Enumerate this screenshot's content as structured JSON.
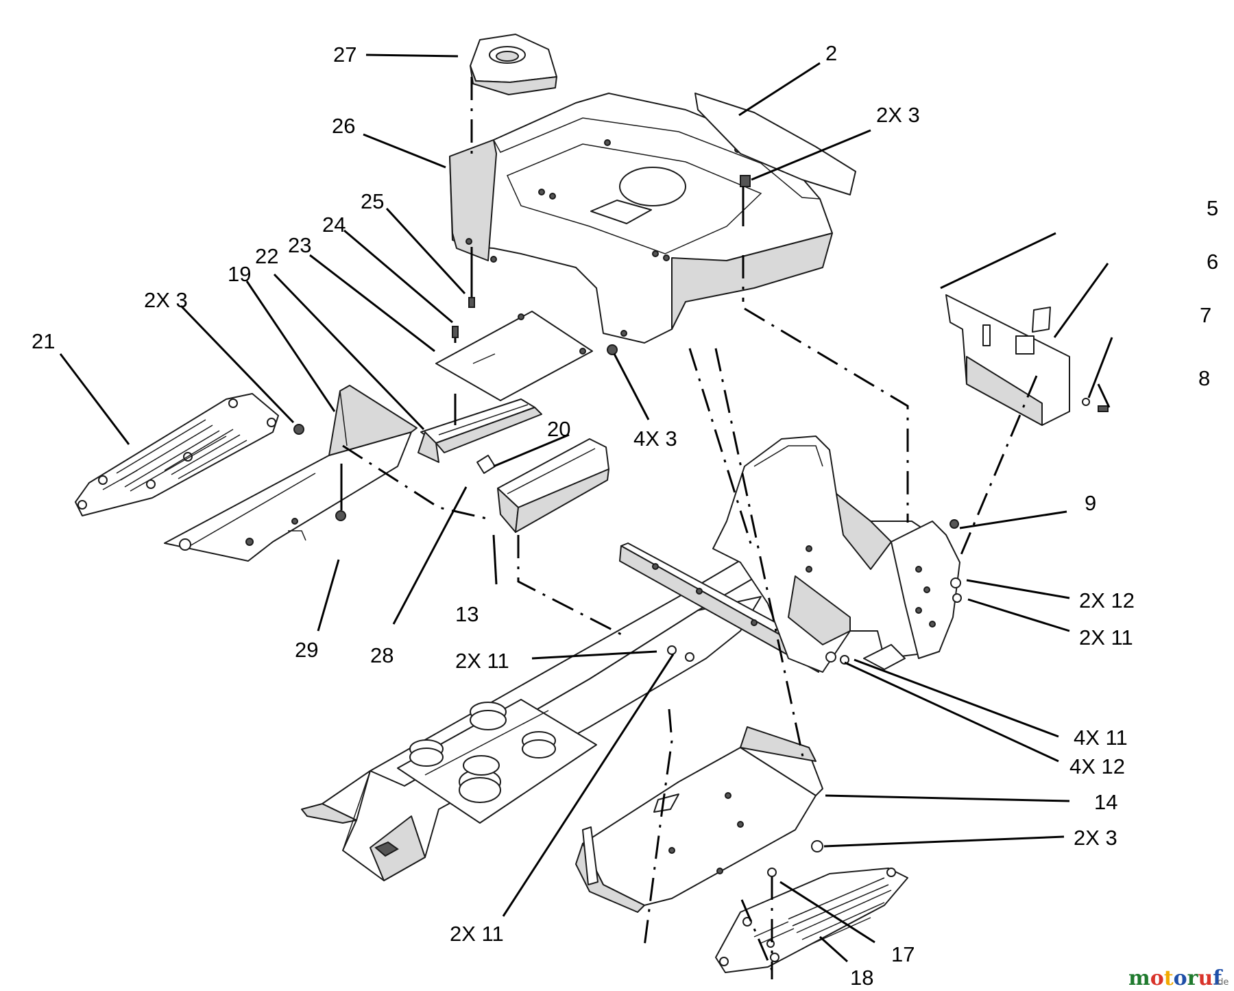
{
  "callouts": {
    "c2": "2",
    "c2x3_top": "2X 3",
    "c5": "5",
    "c6": "6",
    "c7": "7",
    "c8": "8",
    "c9": "9",
    "c2x12_right": "2X 12",
    "c2x11_right": "2X 11",
    "c4x11": "4X 11",
    "c4x12": "4X 12",
    "c14": "14",
    "c2x3_bottom": "2X 3",
    "c17": "17",
    "c18": "18",
    "c2x11_bottom": "2X 11",
    "c2x11_mid": "2X 11",
    "c13": "13",
    "c28": "28",
    "c29": "29",
    "c21": "21",
    "c2x3_left": "2X 3",
    "c19": "19",
    "c22": "22",
    "c23": "23",
    "c24": "24",
    "c25": "25",
    "c26": "26",
    "c27": "27",
    "c20": "20",
    "c4x3": "4X 3"
  },
  "watermark": {
    "brand": "motoruf",
    "suffix": ".de",
    "colors": [
      "#1f7a2e",
      "#d9342b",
      "#f2a900",
      "#1f4fa8",
      "#1f7a2e",
      "#d9342b",
      "#1f4fa8"
    ]
  }
}
